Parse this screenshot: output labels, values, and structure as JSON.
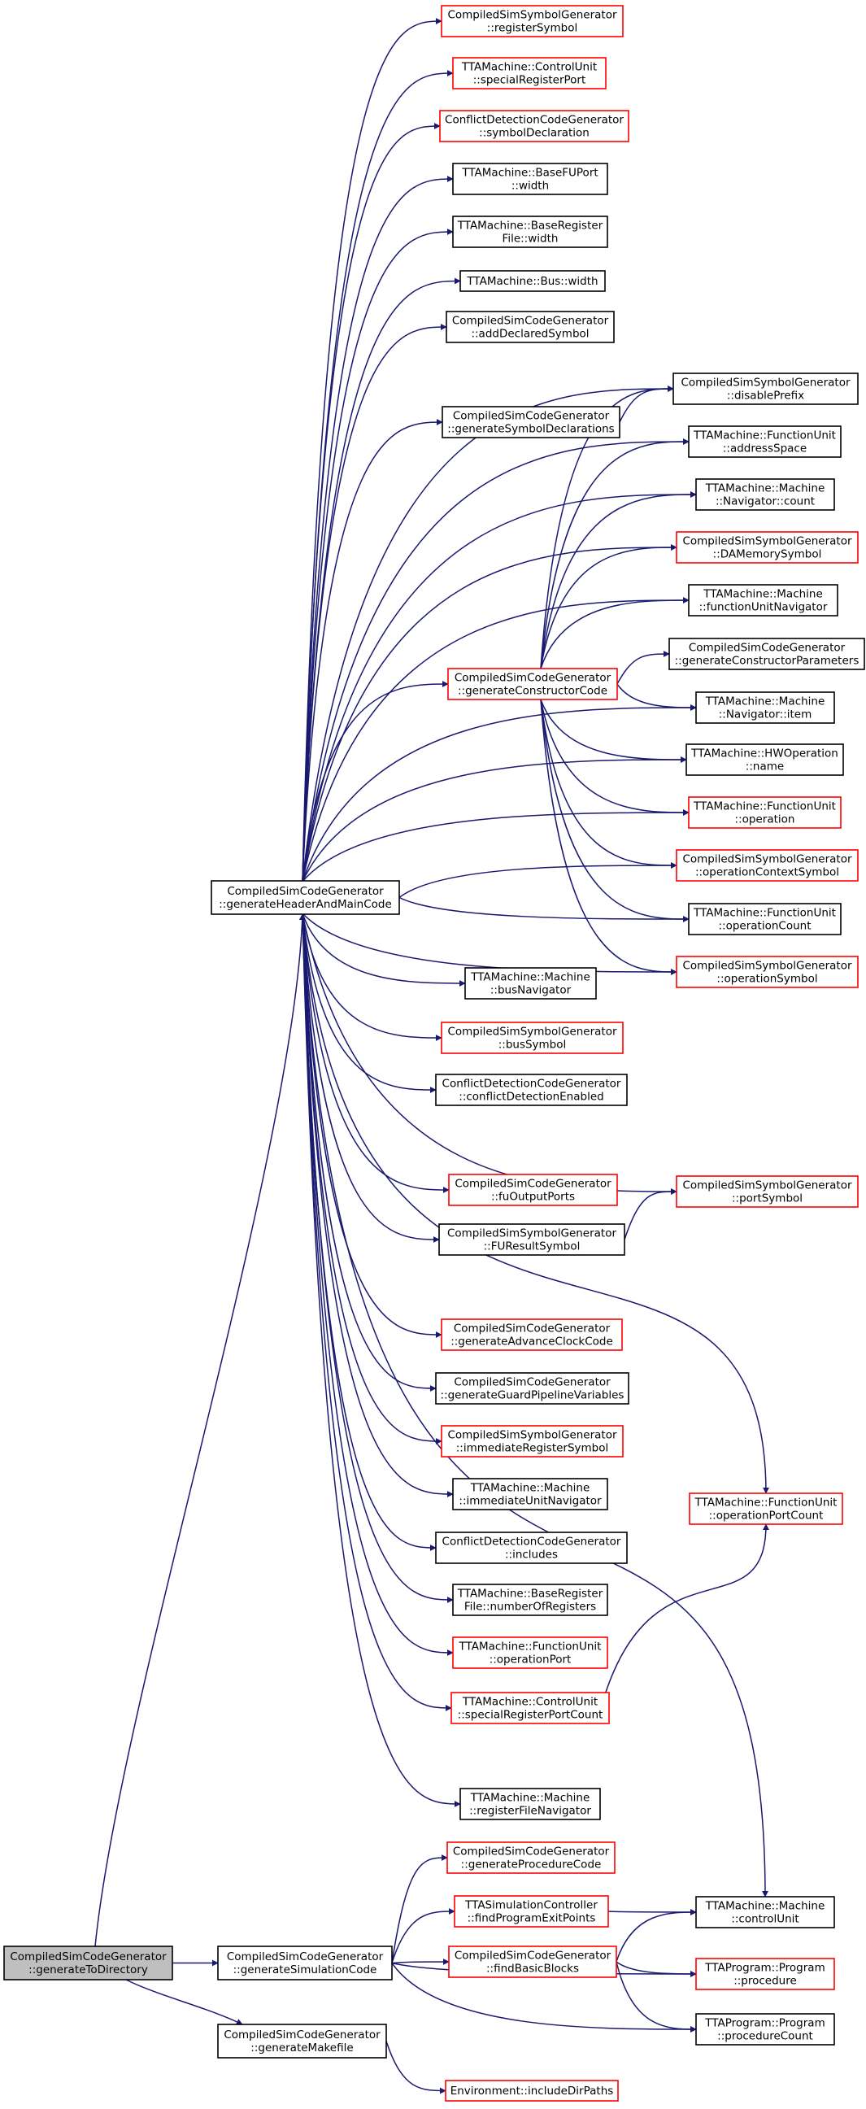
{
  "nodes": [
    {
      "id": "gen_to_dir",
      "lines": [
        "CompiledSimCodeGenerator",
        "::generateToDirectory"
      ],
      "style": "current"
    },
    {
      "id": "gen_header",
      "lines": [
        "CompiledSimCodeGenerator",
        "::generateHeaderAndMainCode"
      ],
      "style": "black"
    },
    {
      "id": "gen_sim",
      "lines": [
        "CompiledSimCodeGenerator",
        "::generateSimulationCode"
      ],
      "style": "black"
    },
    {
      "id": "gen_makefile",
      "lines": [
        "CompiledSimCodeGenerator",
        "::generateMakefile"
      ],
      "style": "black"
    },
    {
      "id": "register_symbol",
      "lines": [
        "CompiledSimSymbolGenerator",
        "::registerSymbol"
      ],
      "style": "red"
    },
    {
      "id": "special_reg_port",
      "lines": [
        "TTAMachine::ControlUnit",
        "::specialRegisterPort"
      ],
      "style": "red"
    },
    {
      "id": "symbol_decl",
      "lines": [
        "ConflictDetectionCodeGenerator",
        "::symbolDeclaration"
      ],
      "style": "red"
    },
    {
      "id": "basefuport_width",
      "lines": [
        "TTAMachine::BaseFUPort",
        "::width"
      ],
      "style": "black"
    },
    {
      "id": "baseregfile_width",
      "lines": [
        "TTAMachine::BaseRegister",
        "File::width"
      ],
      "style": "black"
    },
    {
      "id": "bus_width",
      "lines": [
        "TTAMachine::Bus::width"
      ],
      "style": "black"
    },
    {
      "id": "add_declared",
      "lines": [
        "CompiledSimCodeGenerator",
        "::addDeclaredSymbol"
      ],
      "style": "black"
    },
    {
      "id": "gen_symbol_decls",
      "lines": [
        "CompiledSimCodeGenerator",
        "::generateSymbolDeclarations"
      ],
      "style": "black"
    },
    {
      "id": "gen_ctor_code",
      "lines": [
        "CompiledSimCodeGenerator",
        "::generateConstructorCode"
      ],
      "style": "red"
    },
    {
      "id": "disable_prefix",
      "lines": [
        "CompiledSimSymbolGenerator",
        "::disablePrefix"
      ],
      "style": "black"
    },
    {
      "id": "address_space",
      "lines": [
        "TTAMachine::FunctionUnit",
        "::addressSpace"
      ],
      "style": "black"
    },
    {
      "id": "nav_count",
      "lines": [
        "TTAMachine::Machine",
        "::Navigator::count"
      ],
      "style": "black"
    },
    {
      "id": "damemory_symbol",
      "lines": [
        "CompiledSimSymbolGenerator",
        "::DAMemorySymbol"
      ],
      "style": "red"
    },
    {
      "id": "fu_navigator",
      "lines": [
        "TTAMachine::Machine",
        "::functionUnitNavigator"
      ],
      "style": "black"
    },
    {
      "id": "gen_ctor_params",
      "lines": [
        "CompiledSimCodeGenerator",
        "::generateConstructorParameters"
      ],
      "style": "black"
    },
    {
      "id": "nav_item",
      "lines": [
        "TTAMachine::Machine",
        "::Navigator::item"
      ],
      "style": "black"
    },
    {
      "id": "hwop_name",
      "lines": [
        "TTAMachine::HWOperation",
        "::name"
      ],
      "style": "black"
    },
    {
      "id": "fu_operation",
      "lines": [
        "TTAMachine::FunctionUnit",
        "::operation"
      ],
      "style": "red"
    },
    {
      "id": "op_context_symbol",
      "lines": [
        "CompiledSimSymbolGenerator",
        "::operationContextSymbol"
      ],
      "style": "red"
    },
    {
      "id": "fu_op_count",
      "lines": [
        "TTAMachine::FunctionUnit",
        "::operationCount"
      ],
      "style": "black"
    },
    {
      "id": "operation_symbol",
      "lines": [
        "CompiledSimSymbolGenerator",
        "::operationSymbol"
      ],
      "style": "red"
    },
    {
      "id": "bus_navigator",
      "lines": [
        "TTAMachine::Machine",
        "::busNavigator"
      ],
      "style": "black"
    },
    {
      "id": "bus_symbol",
      "lines": [
        "CompiledSimSymbolGenerator",
        "::busSymbol"
      ],
      "style": "red"
    },
    {
      "id": "conflict_enabled",
      "lines": [
        "ConflictDetectionCodeGenerator",
        "::conflictDetectionEnabled"
      ],
      "style": "black"
    },
    {
      "id": "fu_output_ports",
      "lines": [
        "CompiledSimCodeGenerator",
        "::fuOutputPorts"
      ],
      "style": "red"
    },
    {
      "id": "port_symbol",
      "lines": [
        "CompiledSimSymbolGenerator",
        "::portSymbol"
      ],
      "style": "red"
    },
    {
      "id": "fu_result_symbol",
      "lines": [
        "CompiledSimSymbolGenerator",
        "::FUResultSymbol"
      ],
      "style": "black"
    },
    {
      "id": "gen_advance_clock",
      "lines": [
        "CompiledSimCodeGenerator",
        "::generateAdvanceClockCode"
      ],
      "style": "red"
    },
    {
      "id": "gen_guard_pipeline",
      "lines": [
        "CompiledSimCodeGenerator",
        "::generateGuardPipelineVariables"
      ],
      "style": "black"
    },
    {
      "id": "immediate_reg_symbol",
      "lines": [
        "CompiledSimSymbolGenerator",
        "::immediateRegisterSymbol"
      ],
      "style": "red"
    },
    {
      "id": "immediate_unit_nav",
      "lines": [
        "TTAMachine::Machine",
        "::immediateUnitNavigator"
      ],
      "style": "black"
    },
    {
      "id": "op_port_count",
      "lines": [
        "TTAMachine::FunctionUnit",
        "::operationPortCount"
      ],
      "style": "red"
    },
    {
      "id": "includes",
      "lines": [
        "ConflictDetectionCodeGenerator",
        "::includes"
      ],
      "style": "black"
    },
    {
      "id": "num_registers",
      "lines": [
        "TTAMachine::BaseRegister",
        "File::numberOfRegisters"
      ],
      "style": "black"
    },
    {
      "id": "fu_op_port",
      "lines": [
        "TTAMachine::FunctionUnit",
        "::operationPort"
      ],
      "style": "red"
    },
    {
      "id": "special_reg_port_count",
      "lines": [
        "TTAMachine::ControlUnit",
        "::specialRegisterPortCount"
      ],
      "style": "red"
    },
    {
      "id": "regfile_navigator",
      "lines": [
        "TTAMachine::Machine",
        "::registerFileNavigator"
      ],
      "style": "black"
    },
    {
      "id": "gen_procedure_code",
      "lines": [
        "CompiledSimCodeGenerator",
        "::generateProcedureCode"
      ],
      "style": "red"
    },
    {
      "id": "find_exit_points",
      "lines": [
        "TTASimulationController",
        "::findProgramExitPoints"
      ],
      "style": "red"
    },
    {
      "id": "control_unit",
      "lines": [
        "TTAMachine::Machine",
        "::controlUnit"
      ],
      "style": "black"
    },
    {
      "id": "find_basic_blocks",
      "lines": [
        "CompiledSimCodeGenerator",
        "::findBasicBlocks"
      ],
      "style": "red"
    },
    {
      "id": "program_procedure",
      "lines": [
        "TTAProgram::Program",
        "::procedure"
      ],
      "style": "red"
    },
    {
      "id": "procedure_count",
      "lines": [
        "TTAProgram::Program",
        "::procedureCount"
      ],
      "style": "black"
    },
    {
      "id": "include_dir_paths",
      "lines": [
        "Environment::includeDirPaths"
      ],
      "style": "red"
    }
  ],
  "edges": [
    [
      "gen_to_dir",
      "gen_header"
    ],
    [
      "gen_to_dir",
      "gen_sim"
    ],
    [
      "gen_to_dir",
      "gen_makefile"
    ],
    [
      "gen_header",
      "register_symbol"
    ],
    [
      "gen_header",
      "special_reg_port"
    ],
    [
      "gen_header",
      "symbol_decl"
    ],
    [
      "gen_header",
      "basefuport_width"
    ],
    [
      "gen_header",
      "baseregfile_width"
    ],
    [
      "gen_header",
      "bus_width"
    ],
    [
      "gen_header",
      "add_declared"
    ],
    [
      "gen_header",
      "gen_symbol_decls"
    ],
    [
      "gen_header",
      "disable_prefix"
    ],
    [
      "gen_header",
      "address_space"
    ],
    [
      "gen_header",
      "nav_count"
    ],
    [
      "gen_header",
      "damemory_symbol"
    ],
    [
      "gen_header",
      "fu_navigator"
    ],
    [
      "gen_header",
      "gen_ctor_code"
    ],
    [
      "gen_header",
      "nav_item"
    ],
    [
      "gen_header",
      "hwop_name"
    ],
    [
      "gen_header",
      "fu_operation"
    ],
    [
      "gen_header",
      "op_context_symbol"
    ],
    [
      "gen_header",
      "fu_op_count"
    ],
    [
      "gen_header",
      "operation_symbol"
    ],
    [
      "gen_header",
      "bus_navigator"
    ],
    [
      "gen_header",
      "bus_symbol"
    ],
    [
      "gen_header",
      "conflict_enabled"
    ],
    [
      "gen_header",
      "fu_output_ports"
    ],
    [
      "gen_header",
      "port_symbol"
    ],
    [
      "gen_header",
      "fu_result_symbol"
    ],
    [
      "gen_header",
      "gen_advance_clock"
    ],
    [
      "gen_header",
      "gen_guard_pipeline"
    ],
    [
      "gen_header",
      "immediate_reg_symbol"
    ],
    [
      "gen_header",
      "immediate_unit_nav"
    ],
    [
      "gen_header",
      "op_port_count"
    ],
    [
      "gen_header",
      "includes"
    ],
    [
      "gen_header",
      "num_registers"
    ],
    [
      "gen_header",
      "fu_op_port"
    ],
    [
      "gen_header",
      "special_reg_port_count"
    ],
    [
      "gen_header",
      "regfile_navigator"
    ],
    [
      "gen_header",
      "control_unit"
    ],
    [
      "gen_symbol_decls",
      "disable_prefix"
    ],
    [
      "gen_ctor_code",
      "disable_prefix"
    ],
    [
      "gen_ctor_code",
      "address_space"
    ],
    [
      "gen_ctor_code",
      "nav_count"
    ],
    [
      "gen_ctor_code",
      "damemory_symbol"
    ],
    [
      "gen_ctor_code",
      "fu_navigator"
    ],
    [
      "gen_ctor_code",
      "gen_ctor_params"
    ],
    [
      "gen_ctor_code",
      "nav_item"
    ],
    [
      "gen_ctor_code",
      "hwop_name"
    ],
    [
      "gen_ctor_code",
      "fu_operation"
    ],
    [
      "gen_ctor_code",
      "op_context_symbol"
    ],
    [
      "gen_ctor_code",
      "fu_op_count"
    ],
    [
      "gen_ctor_code",
      "operation_symbol"
    ],
    [
      "fu_result_symbol",
      "port_symbol"
    ],
    [
      "special_reg_port_count",
      "op_port_count"
    ],
    [
      "gen_sim",
      "gen_procedure_code"
    ],
    [
      "gen_sim",
      "find_exit_points"
    ],
    [
      "gen_sim",
      "find_basic_blocks"
    ],
    [
      "gen_sim",
      "program_procedure"
    ],
    [
      "gen_sim",
      "procedure_count"
    ],
    [
      "find_exit_points",
      "control_unit"
    ],
    [
      "find_basic_blocks",
      "control_unit"
    ],
    [
      "find_basic_blocks",
      "program_procedure"
    ],
    [
      "find_basic_blocks",
      "procedure_count"
    ],
    [
      "gen_makefile",
      "include_dir_paths"
    ]
  ]
}
